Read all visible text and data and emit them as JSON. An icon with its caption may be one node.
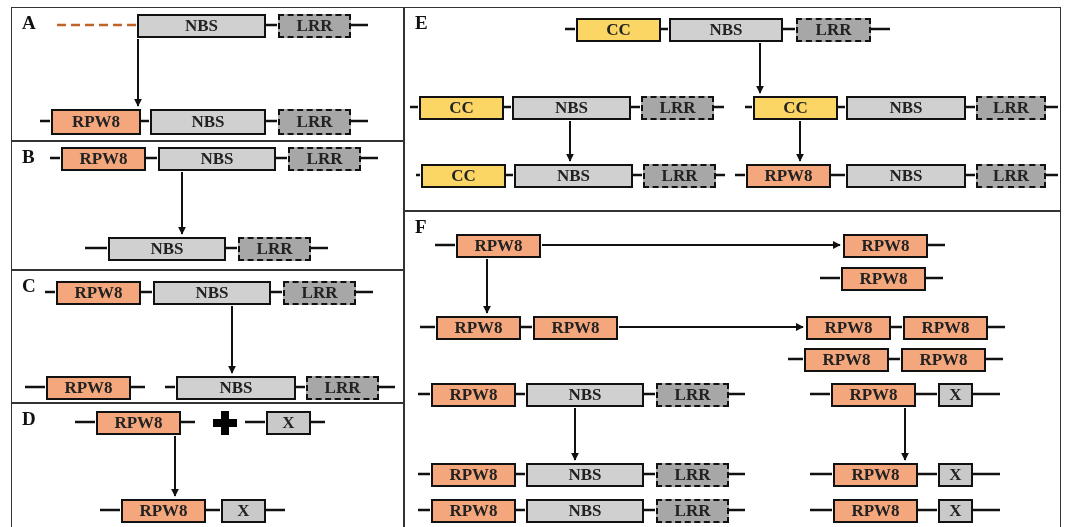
{
  "diagram": {
    "nodes": [
      {
        "text": [
          "A"
        ]
      },
      {
        "text": [
          "NBS"
        ],
        "in": 0
      },
      {
        "text": [
          "LRR"
        ],
        "in": 0
      },
      {
        "text": [
          "RPW8"
        ],
        "in": 0
      },
      {
        "text": [
          "NBS"
        ],
        "in": 0
      },
      {
        "text": [
          "LRR"
        ],
        "in": 0
      },
      {
        "text": [
          "B"
        ]
      },
      {
        "text": [
          "RPW8"
        ],
        "in": 6
      },
      {
        "text": [
          "NBS"
        ],
        "in": 6
      },
      {
        "text": [
          "LRR"
        ],
        "in": 6
      },
      {
        "text": [
          "NBS"
        ],
        "in": 6
      },
      {
        "text": [
          "LRR"
        ],
        "in": 6
      },
      {
        "text": [
          "C"
        ]
      },
      {
        "text": [
          "RPW8"
        ],
        "in": 12
      },
      {
        "text": [
          "NBS"
        ],
        "in": 12
      },
      {
        "text": [
          "LRR"
        ],
        "in": 12
      },
      {
        "text": [
          "RPW8"
        ],
        "in": 12
      },
      {
        "text": [
          "NBS"
        ],
        "in": 12
      },
      {
        "text": [
          "LRR"
        ],
        "in": 12
      },
      {
        "text": [
          "D"
        ]
      },
      {
        "text": [
          "RPW8"
        ],
        "in": 19
      },
      {
        "text": [
          "X"
        ],
        "in": 19
      },
      {
        "text": [
          "RPW8"
        ],
        "in": 19
      },
      {
        "text": [
          "X"
        ],
        "in": 19
      },
      {
        "text": [
          "E"
        ]
      },
      {
        "text": [
          "CC"
        ],
        "in": 24
      },
      {
        "text": [
          "NBS"
        ],
        "in": 24
      },
      {
        "text": [
          "LRR"
        ],
        "in": 24
      },
      {
        "text": [
          "CC"
        ],
        "in": 24
      },
      {
        "text": [
          "NBS"
        ],
        "in": 24
      },
      {
        "text": [
          "LRR"
        ],
        "in": 24
      },
      {
        "text": [
          "CC"
        ],
        "in": 24
      },
      {
        "text": [
          "NBS"
        ],
        "in": 24
      },
      {
        "text": [
          "LRR"
        ],
        "in": 24
      },
      {
        "text": [
          "CC"
        ],
        "in": 24
      },
      {
        "text": [
          "NBS"
        ],
        "in": 24
      },
      {
        "text": [
          "LRR"
        ],
        "in": 24
      },
      {
        "text": [
          "RPW8"
        ],
        "in": 24
      },
      {
        "text": [
          "NBS"
        ],
        "in": 24
      },
      {
        "text": [
          "LRR"
        ],
        "in": 24
      },
      {
        "text": [
          "F"
        ]
      },
      {
        "text": [
          "RPW8"
        ],
        "in": 40
      },
      {
        "text": [
          "RPW8"
        ],
        "in": 40
      },
      {
        "text": [
          "RPW8"
        ],
        "in": 40
      },
      {
        "text": [
          "RPW8"
        ],
        "in": 40
      },
      {
        "text": [
          "NBS"
        ],
        "in": 40
      },
      {
        "text": [
          "LRR"
        ],
        "in": 40
      },
      {
        "text": [
          "RPW8"
        ],
        "in": 40
      },
      {
        "text": [
          "NBS"
        ],
        "in": 40
      },
      {
        "text": [
          "LRR"
        ],
        "in": 40
      },
      {
        "text": [
          "RPW8"
        ],
        "in": 40
      },
      {
        "text": [
          "NBS"
        ],
        "in": 40
      },
      {
        "text": [
          "LRR"
        ],
        "in": 40
      },
      {
        "text": [
          "RPW8"
        ],
        "in": 40
      },
      {
        "text": [
          "RPW8"
        ],
        "in": 40
      },
      {
        "text": [
          "RPW8"
        ],
        "in": 40
      },
      {
        "text": [
          "RPW8"
        ],
        "in": 40
      },
      {
        "text": [
          "RPW8"
        ],
        "in": 40
      },
      {
        "text": [
          "RPW8"
        ],
        "in": 40
      },
      {
        "text": [
          "RPW8"
        ],
        "in": 40
      },
      {
        "text": [
          "X"
        ],
        "in": 40
      },
      {
        "text": [
          "RPW8"
        ],
        "in": 40
      },
      {
        "text": [
          "X"
        ],
        "in": 40
      },
      {
        "text": [
          "RPW8"
        ],
        "in": 40
      },
      {
        "text": [
          "X"
        ],
        "in": 40
      }
    ],
    "edges": [
      {
        "from": 1,
        "to": 3,
        "arrow": "to"
      },
      {
        "from": 8,
        "to": 10,
        "arrow": "to"
      },
      {
        "from": 14,
        "to": 17,
        "arrow": "to"
      },
      {
        "from": 20,
        "to": 22,
        "arrow": "to"
      },
      {
        "from": 26,
        "to": 31,
        "arrow": "to"
      },
      {
        "from": 29,
        "to": 35,
        "arrow": "to"
      },
      {
        "from": 31,
        "to": 37,
        "arrow": "to"
      },
      {
        "from": 41,
        "to": 42,
        "arrow": "to"
      },
      {
        "from": 45,
        "to": 48,
        "arrow": "to"
      },
      {
        "from": 59,
        "to": 61,
        "arrow": "to"
      },
      {
        "from": 41,
        "to": 53,
        "arrow": "to"
      },
      {
        "from": 43,
        "to": 55,
        "arrow": "to"
      },
      {
        "from": null,
        "to": 1,
        "arrow": "none",
        "style": "dashed",
        "color": "#c0652a"
      },
      {
        "from": 1,
        "to": 2,
        "arrow": "none"
      },
      {
        "from": 3,
        "to": 4,
        "arrow": "none"
      },
      {
        "from": 4,
        "to": 5,
        "arrow": "none"
      },
      {
        "from": 7,
        "to": 8,
        "arrow": "none"
      },
      {
        "from": 8,
        "to": 9,
        "arrow": "none"
      },
      {
        "from": 10,
        "to": 11,
        "arrow": "none"
      },
      {
        "from": 13,
        "to": 14,
        "arrow": "none"
      },
      {
        "from": 14,
        "to": 15,
        "arrow": "none"
      },
      {
        "from": 17,
        "to": 18,
        "arrow": "none"
      },
      {
        "from": 22,
        "to": 23,
        "arrow": "none"
      },
      {
        "from": 25,
        "to": 26,
        "arrow": "none"
      },
      {
        "from": 26,
        "to": 27,
        "arrow": "none"
      },
      {
        "from": 28,
        "to": 29,
        "arrow": "none"
      },
      {
        "from": 29,
        "to": 30,
        "arrow": "none"
      },
      {
        "from": 31,
        "to": 32,
        "arrow": "none"
      },
      {
        "from": 32,
        "to": 33,
        "arrow": "none"
      },
      {
        "from": 34,
        "to": 35,
        "arrow": "none"
      },
      {
        "from": 35,
        "to": 36,
        "arrow": "none"
      },
      {
        "from": 37,
        "to": 38,
        "arrow": "none"
      },
      {
        "from": 38,
        "to": 39,
        "arrow": "none"
      },
      {
        "from": 42,
        "to": 43,
        "arrow": "none"
      },
      {
        "from": 44,
        "to": 45,
        "arrow": "none"
      },
      {
        "from": 45,
        "to": 46,
        "arrow": "none"
      },
      {
        "from": 47,
        "to": 48,
        "arrow": "none"
      },
      {
        "from": 48,
        "to": 49,
        "arrow": "none"
      },
      {
        "from": 50,
        "to": 51,
        "arrow": "none"
      },
      {
        "from": 51,
        "to": 52,
        "arrow": "none"
      },
      {
        "from": 55,
        "to": 56,
        "arrow": "none"
      },
      {
        "from": 57,
        "to": 58,
        "arrow": "none"
      },
      {
        "from": 59,
        "to": 60,
        "arrow": "none"
      },
      {
        "from": 61,
        "to": 62,
        "arrow": "none"
      },
      {
        "from": 63,
        "to": 64,
        "arrow": "none"
      }
    ]
  }
}
